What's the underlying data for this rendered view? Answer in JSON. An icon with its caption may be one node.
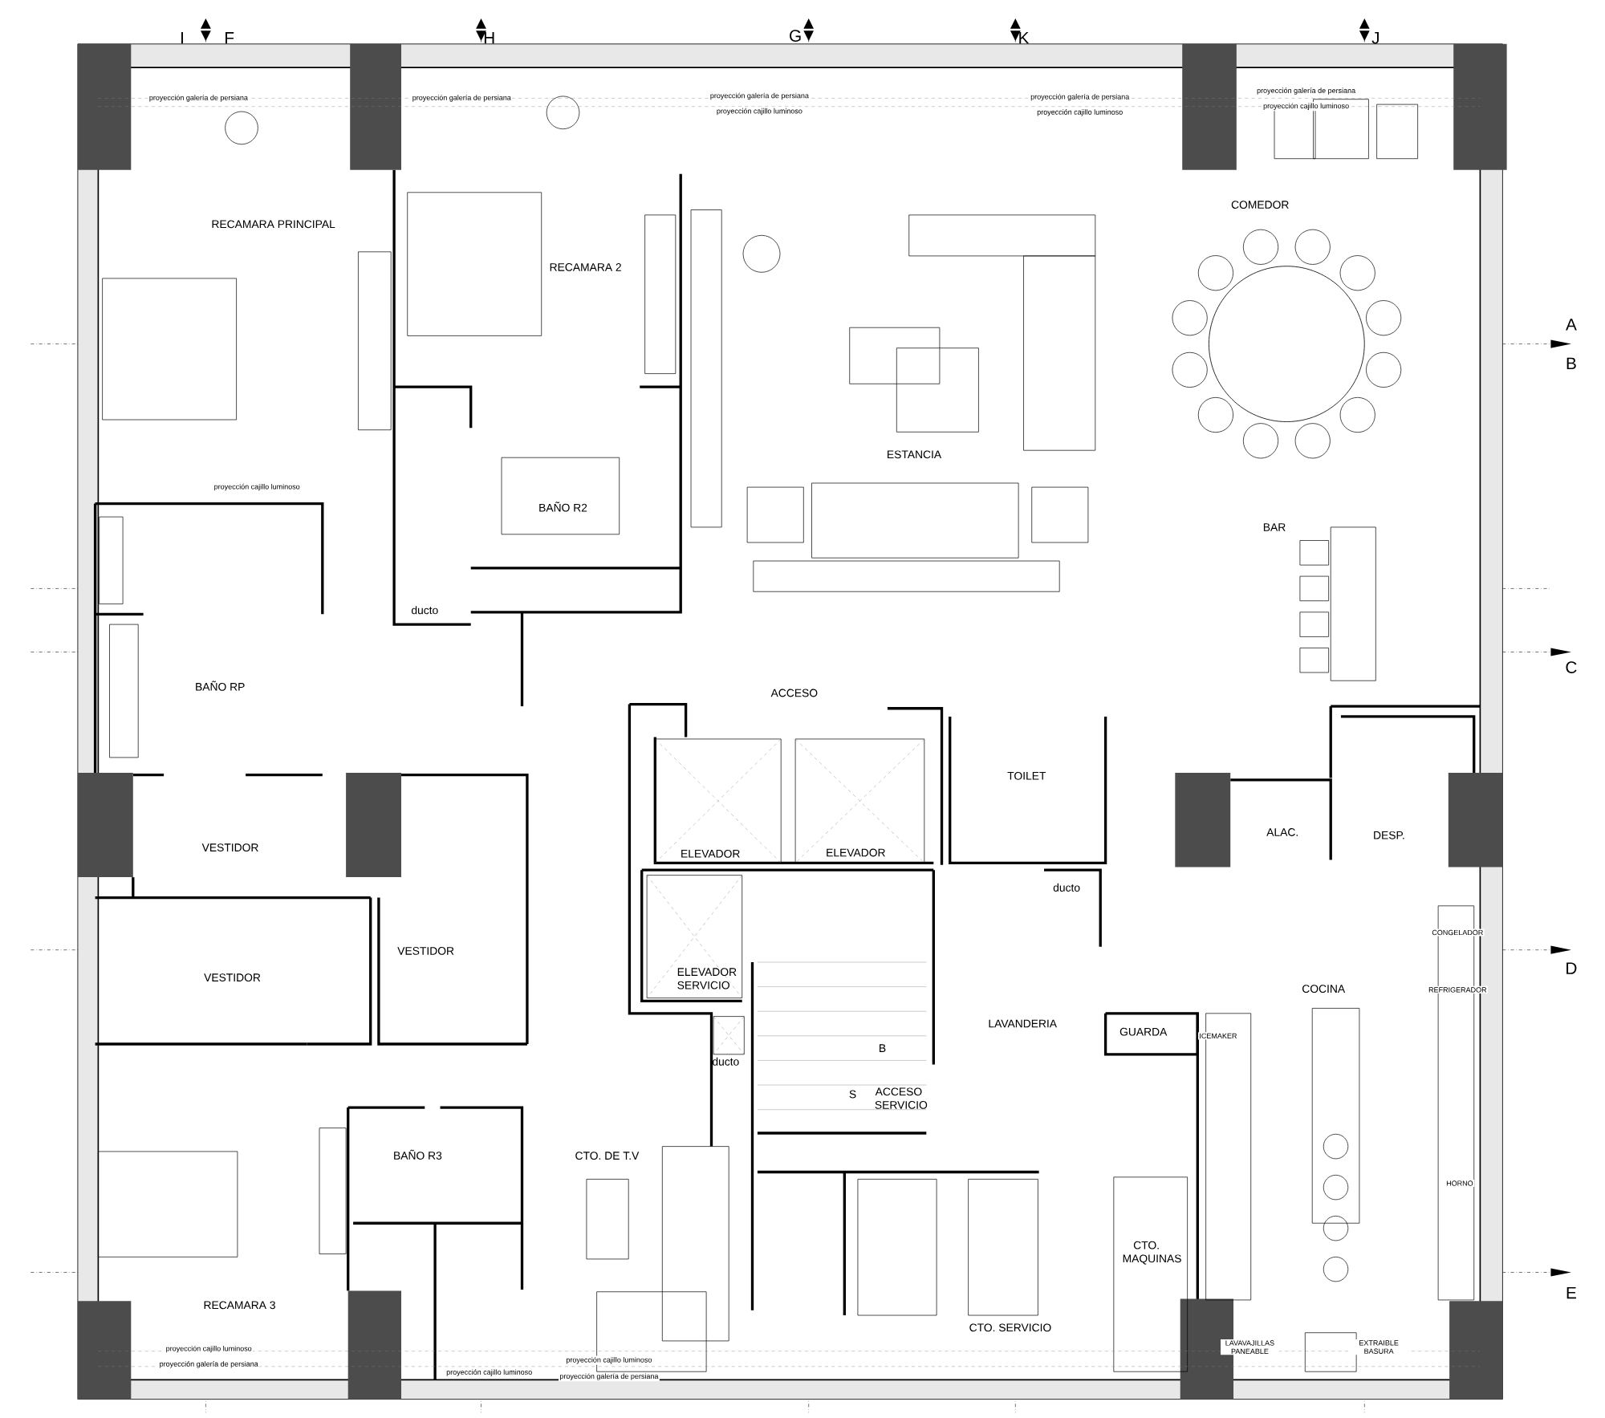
{
  "diagram": {
    "labels": [
      "I",
      "F",
      "H",
      "G",
      "K",
      "J",
      "A",
      "B",
      "C",
      "D",
      "E",
      "proyección galería de persiana",
      "proyección galería de persiana",
      "proyección galería de persiana",
      "proyección cajillo luminoso",
      "proyección galería de persiana",
      "proyección cajillo luminoso",
      "proyección galería de persiana",
      "proyección cajillo luminoso",
      "RECAMARA PRINCIPAL",
      "RECAMARA 2",
      "COMEDOR",
      "ESTANCIA",
      "proyección cajillo luminoso",
      "BAÑO R2",
      "BAR",
      "ducto",
      "BAÑO RP",
      "ACCESO",
      "TOILET",
      "ELEVADOR",
      "ELEVADOR",
      "ALAC.",
      "DESP.",
      "VESTIDOR",
      "ducto",
      "VESTIDOR",
      "VESTIDOR",
      "ELEVADOR SERVICIO",
      "COCINA",
      "LAVANDERIA",
      "GUARDA",
      "B",
      "ducto",
      "S",
      "ACCESO SERVICIO",
      "BAÑO R3",
      "CTO. DE T.V",
      "CTO. MAQUINAS",
      "RECAMARA 3",
      "CTO. SERVICIO",
      "CONGELADOR",
      "REFRIGERADOR",
      "ICEMAKER",
      "HORNO",
      "LAVAVAJILLAS PANEABLE",
      "EXTRAIBLE BASURA",
      "proyección cajillo luminoso",
      "proyección galería de persiana",
      "proyección cajillo luminoso",
      "proyección cajillo luminoso",
      "proyección galería de persiana"
    ]
  }
}
